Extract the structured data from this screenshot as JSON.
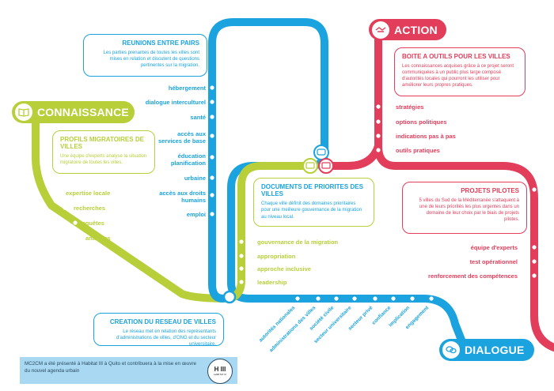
{
  "colors": {
    "blue": "#1aa3de",
    "green": "#b8cf3a",
    "red": "#e23d5b",
    "lightblue": "#a9d8f2"
  },
  "sections": {
    "connaissance": {
      "title": "CONNAISSANCE",
      "icon": "book-icon"
    },
    "action": {
      "title": "ACTION",
      "icon": "handshake-icon"
    },
    "dialogue": {
      "title": "DIALOGUE",
      "icon": "speech-bubbles-icon"
    }
  },
  "boxes": {
    "reunions": {
      "title": "REUNIONS ENTRE PAIRS",
      "text": "Les parties prenantes de toutes les villes sont mises en relation et discutent de questions pertinentes sur la migration."
    },
    "profils": {
      "title": "PROFILS MIGRATOIRES DE VILLES",
      "text": "Une équipe d'experts analyse la situation migratoire de toutes les villes."
    },
    "documents": {
      "title": "DOCUMENTS DE PRIORITES DES VILLES",
      "text": "Chaque ville définit des domaines prioritaires pour une meilleure gouvernance de la migration au niveau local."
    },
    "boite": {
      "title": "BOITE A OUTILS POUR LES VILLES",
      "text": "Les connaissances acquises grâce à ce projet seront communiquées à un public plus large composé d'autorités locales qui pourront les utiliser pour améliorer leurs propres pratiques."
    },
    "projets": {
      "title": "PROJETS PILOTES",
      "text": "5 villes du Sud de la Méditerranée s'attaquent à une de leurs priorités les plus urgentes dans un domaine de leur choix par le biais de projets pilotes."
    },
    "creation": {
      "title": "CREATION DU RESEAU DE VILLES",
      "text": "Le réseau met en relation des représentants d'administrations de villes, d'ONG et du secteur universitaire."
    }
  },
  "blue_stops": [
    "hébergement",
    "dialogue interculturel",
    "santé",
    "accès aux services de base",
    "éducation planification",
    "urbaine",
    "accès aux droits humains",
    "emploi"
  ],
  "green_stops_left": [
    "expertise locale",
    "recherches",
    "enquêtes",
    "analyses"
  ],
  "green_stops_mid": [
    "gouvernance de la migration",
    "appropriation",
    "approche inclusive",
    "leadership"
  ],
  "red_stops_top": [
    "stratégies",
    "options politiques",
    "indications pas à pas",
    "outils pratiques"
  ],
  "red_stops_right": [
    "équipe d'experts",
    "test opérationnel",
    "renforcement des compétences"
  ],
  "dialogue_stops": [
    "autorités nationales",
    "administrations des villes",
    "société civile",
    "secteur universitaire",
    "secteur privé",
    "confiance",
    "implication",
    "engagement"
  ],
  "footer": {
    "text": "MC2CM a été présenté à Habitat III à Quito et contribuera à la mise en œuvre du nouvel agenda urbain",
    "logo": "H III",
    "logo_sub": "HABITAT III"
  }
}
